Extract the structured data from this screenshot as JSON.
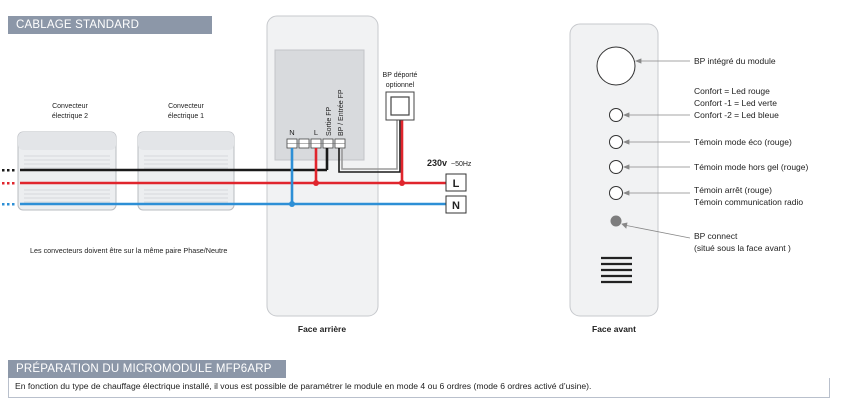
{
  "sections": {
    "standard_title": "CABLAGE STANDARD",
    "prep_title": "PRÉPARATION DU MICROMODULE MFP6ARP",
    "prep_text": "En fonction du type de chauffage électrique installé, il vous est possible de paramétrer le module en mode 4 ou 6 ordres (mode 6 ordres activé d’usine)."
  },
  "rear": {
    "convector2": [
      "Convecteur",
      "électrique 2"
    ],
    "convector1": [
      "Convecteur",
      "électrique 1"
    ],
    "remote_button": [
      "BP déporté",
      "optionnel"
    ],
    "terminal_n": "N",
    "terminal_l": "L",
    "terminal_sortie": "Sortie FP",
    "terminal_entree": "BP / Entrée FP",
    "voltage_main": "230v",
    "voltage_freq": "~50Hz",
    "line_l": "L",
    "line_n": "N",
    "note": "Les convecteurs doivent être sur la même paire Phase/Neutre",
    "caption": "Face arrière"
  },
  "front": {
    "caption": "Face avant",
    "bp_integrated": "BP intégré du module",
    "confort_lines": [
      "Confort = Led rouge",
      "Confort -1 = Led verte",
      "Confort -2 = Led bleue"
    ],
    "eco": "Témoin mode éco (rouge)",
    "hors_gel": "Témoin mode hors gel (rouge)",
    "arret_lines": [
      "Témoin arrêt (rouge)",
      "Témoin communication radio"
    ],
    "connect_lines": [
      "BP connect",
      "(situé sous la face avant )"
    ]
  },
  "colors": {
    "banner": "#8c97a8",
    "panel": "#e7e8ea",
    "wire_red": "#e0252d",
    "wire_blue": "#2d8fd6",
    "wire_black": "#1a1a1a"
  }
}
